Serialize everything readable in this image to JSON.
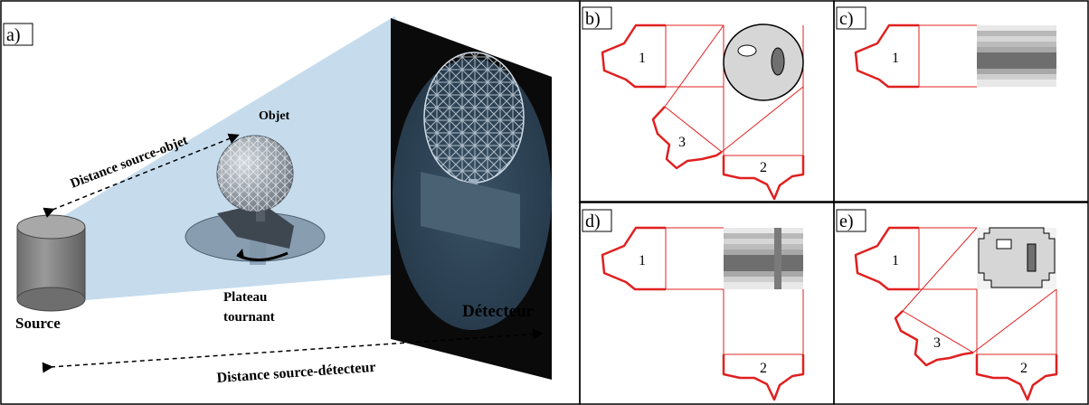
{
  "panels": {
    "a": {
      "label": "a)",
      "object_label": "Objet",
      "dist_source_object": "Distance source-objet",
      "source_label": "Source",
      "turntable_label_1": "Plateau",
      "turntable_label_2": "tournant",
      "detector_label": "Détecteur",
      "dist_source_detector": "Distance source-détecteur"
    },
    "b": {
      "label": "b)",
      "proj_1": "1",
      "proj_2": "2",
      "proj_3": "3"
    },
    "c": {
      "label": "c)",
      "proj_1": "1"
    },
    "d": {
      "label": "d)",
      "proj_1": "1",
      "proj_2": "2"
    },
    "e": {
      "label": "e)",
      "proj_1": "1",
      "proj_2": "2",
      "proj_3": "3"
    }
  },
  "colors": {
    "projection": "#e02020",
    "beam": "#bcd6ea",
    "detector": "#0a0a0a",
    "source": "#7a7a7a"
  }
}
